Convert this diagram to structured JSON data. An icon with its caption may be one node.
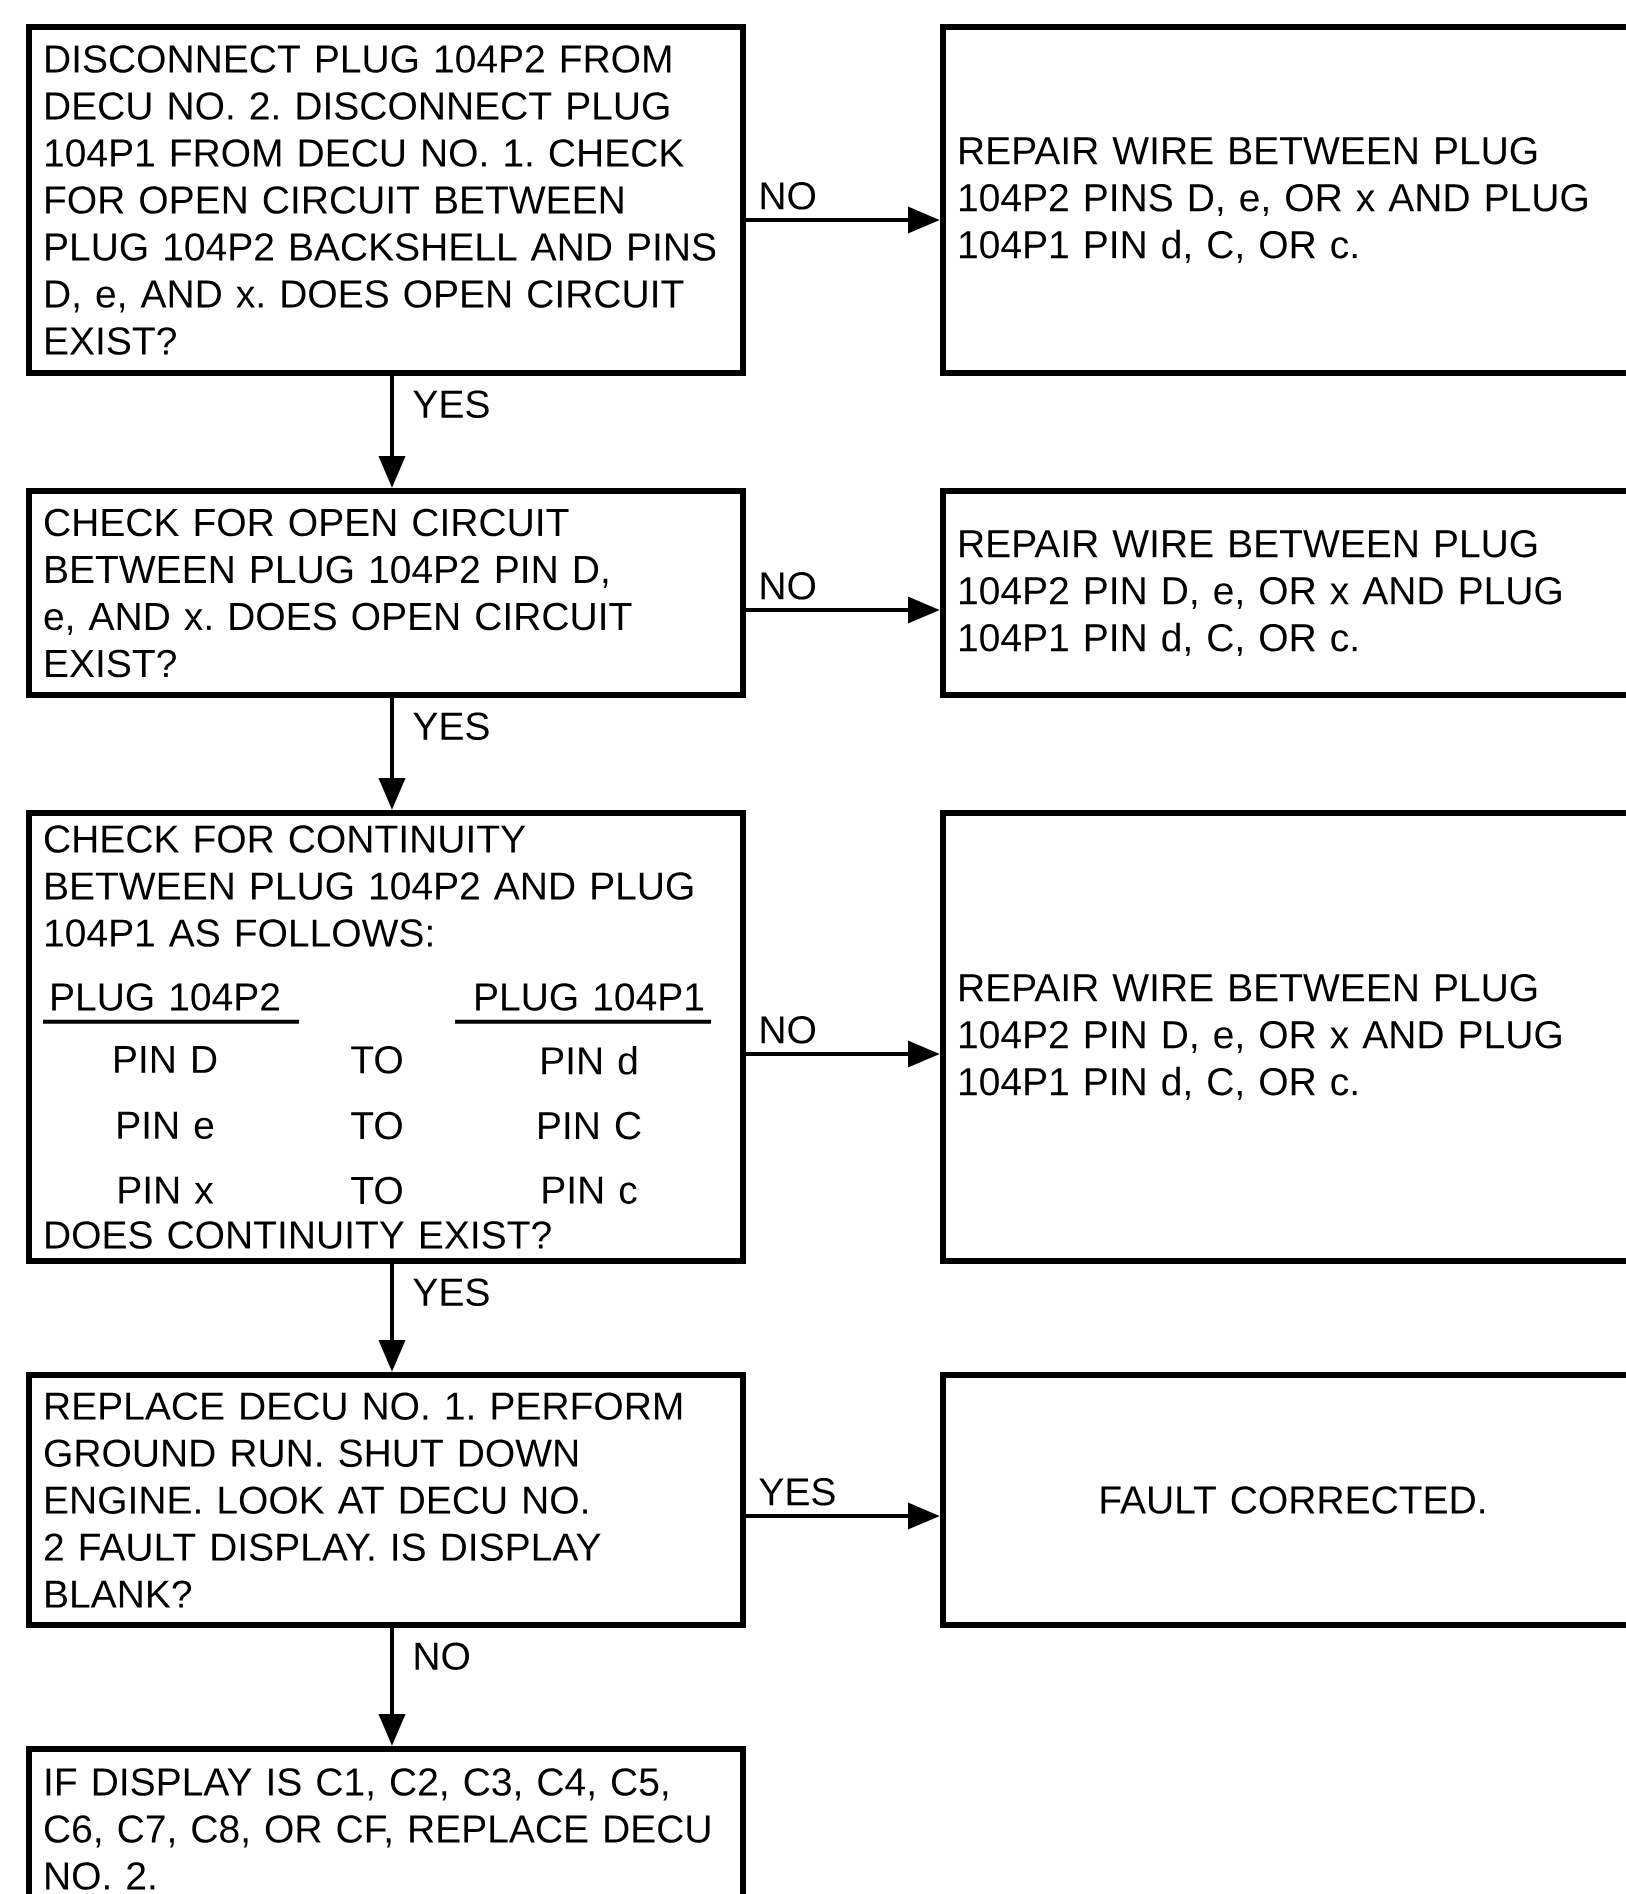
{
  "diagram": {
    "nodes": [
      {
        "text": [
          "DISCONNECT PLUG 104P2 FROM DECU NO. 2. DISCONNECT PLUG 104P1 FROM DECU NO. 1. CHECK FOR OPEN CIRCUIT BETWEEN PLUG 104P2 BACKSHELL AND PINS D, e, AND x. DOES OPEN CIRCUIT EXIST?"
        ]
      },
      {
        "text": [
          "REPAIR WIRE BETWEEN PLUG 104P2 PINS D, e, OR x AND PLUG 104P1 PIN d, C, OR c."
        ]
      },
      {
        "text": [
          "CHECK FOR OPEN CIRCUIT BETWEEN PLUG 104P2 PIN D, e, AND x. DOES OPEN CIRCUIT EXIST?"
        ]
      },
      {
        "text": [
          "REPAIR WIRE BETWEEN PLUG 104P2 PIN D, e, OR x AND PLUG 104P1 PIN d, C, OR c."
        ]
      },
      {
        "text": [
          "CHECK FOR CONTINUITY BETWEEN PLUG 104P2 AND PLUG 104P1 AS FOLLOWS:",
          "PLUG 104P2",
          "PLUG 104P1",
          "PIN D",
          "TO",
          "PIN d",
          "PIN e",
          "TO",
          "PIN C",
          "PIN x",
          "TO",
          "PIN c",
          "DOES CONTINUITY EXIST?"
        ]
      },
      {
        "text": [
          "REPAIR WIRE BETWEEN PLUG 104P2 PIN D, e, OR x AND PLUG 104P1 PIN d, C, OR c."
        ]
      },
      {
        "text": [
          "REPLACE DECU NO. 1. PERFORM GROUND RUN. SHUT DOWN ENGINE. LOOK AT DECU NO. 2 FAULT DISPLAY. IS DISPLAY BLANK?"
        ]
      },
      {
        "text": [
          "FAULT CORRECTED."
        ]
      },
      {
        "text": [
          "IF DISPLAY IS C1, C2, C3, C4, C5, C6, C7, C8, OR CF, REPLACE DECU NO. 2."
        ]
      }
    ],
    "edges": [
      {
        "from": 0,
        "to": 1,
        "arrow": "to",
        "label": "NO"
      },
      {
        "from": 0,
        "to": 2,
        "arrow": "to",
        "label": "YES"
      },
      {
        "from": 2,
        "to": 3,
        "arrow": "to",
        "label": "NO"
      },
      {
        "from": 2,
        "to": 4,
        "arrow": "to",
        "label": "YES"
      },
      {
        "from": 4,
        "to": 5,
        "arrow": "to",
        "label": "NO"
      },
      {
        "from": 4,
        "to": 6,
        "arrow": "to",
        "label": "YES"
      },
      {
        "from": 6,
        "to": 7,
        "arrow": "to",
        "label": "YES"
      },
      {
        "from": 6,
        "to": 8,
        "arrow": "to",
        "label": "NO"
      }
    ]
  }
}
